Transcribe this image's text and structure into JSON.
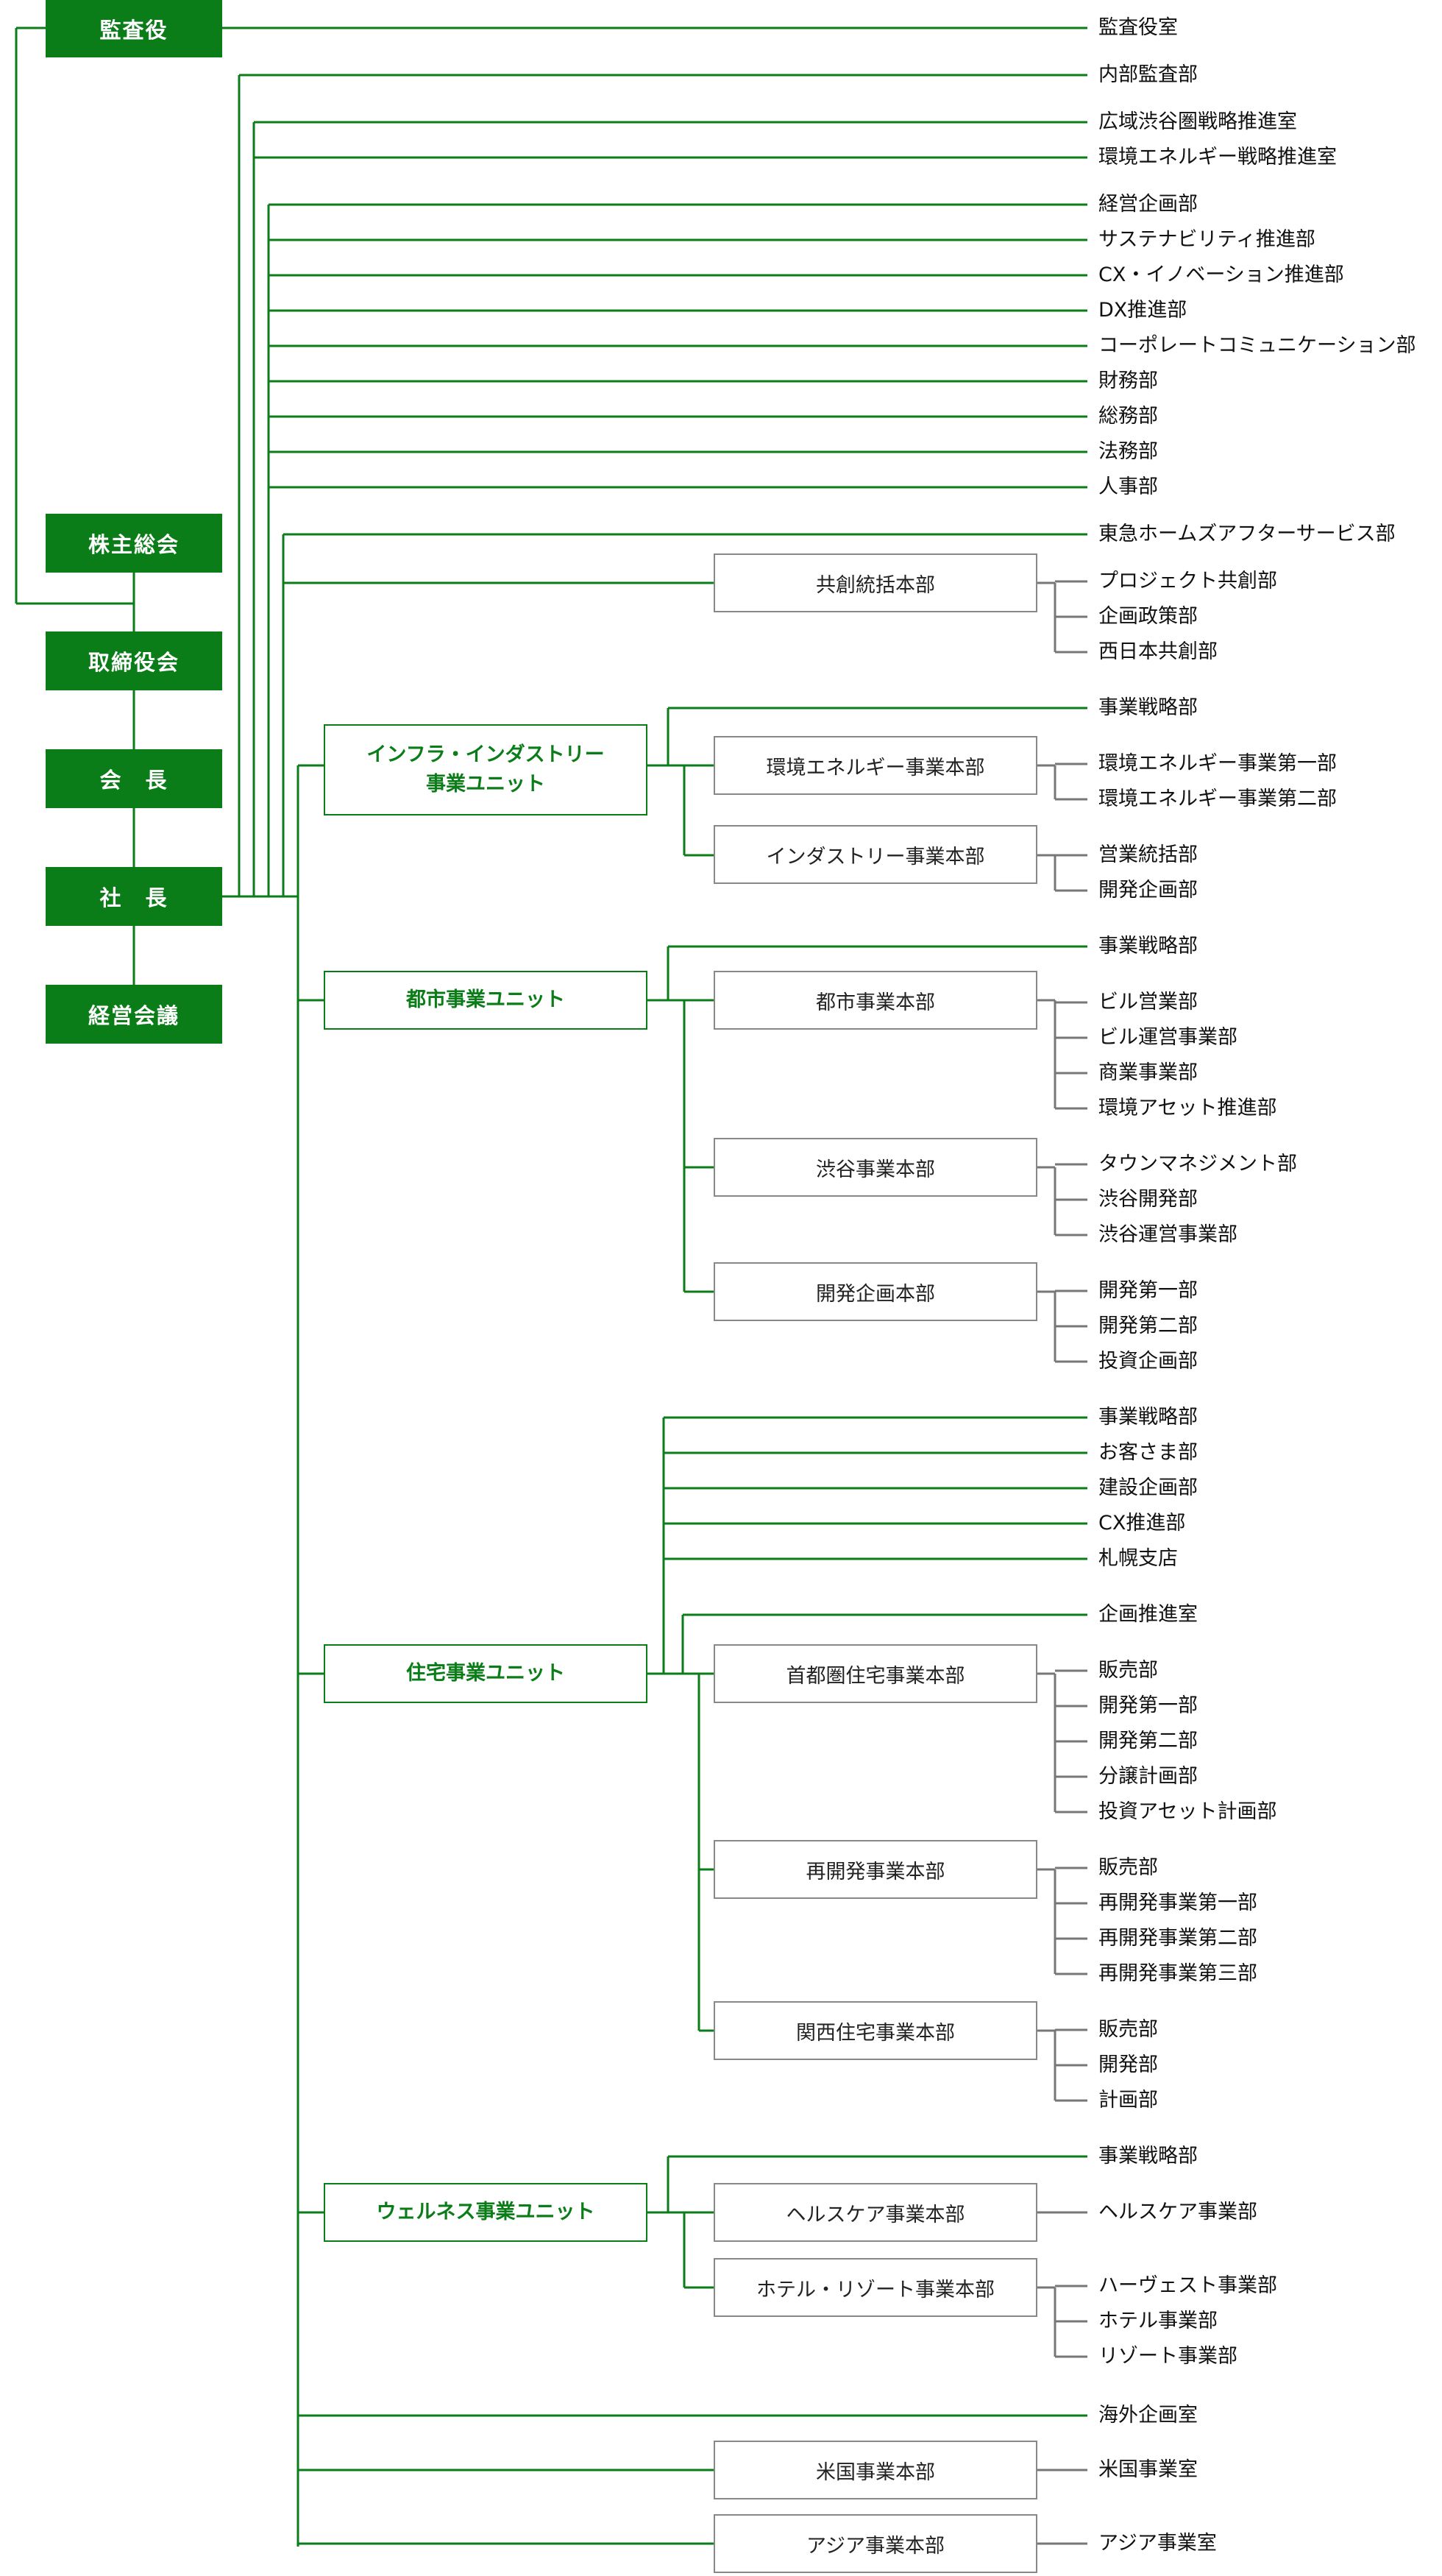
{
  "governance": {
    "auditor": "監査役",
    "shareholders_meeting": "株主総会",
    "board": "取締役会",
    "chairman": "会　長",
    "president": "社　長",
    "management_meeting": "経営会議"
  },
  "direct_departments": {
    "auditor_office": "監査役室",
    "internal_audit": "内部監査部",
    "strategic_1": [
      "広域渋谷圏戦略推進室",
      "環境エネルギー戦略推進室"
    ],
    "corporate": [
      "経営企画部",
      "サステナビリティ推進部",
      "CX・イノベーション推進部",
      "DX推進部",
      "コーポレートコミュニケーション部",
      "財務部",
      "総務部",
      "法務部",
      "人事部"
    ],
    "after_service": "東急ホームズアフターサービス部",
    "kyoso_hq": {
      "name": "共創統括本部",
      "depts": [
        "プロジェクト共創部",
        "企画政策部",
        "西日本共創部"
      ]
    }
  },
  "units": {
    "infra": {
      "name_line1": "インフラ・インダストリー",
      "name_line2": "事業ユニット",
      "strategy": "事業戦略部",
      "hqs": [
        {
          "name": "環境エネルギー事業本部",
          "depts": [
            "環境エネルギー事業第一部",
            "環境エネルギー事業第二部"
          ]
        },
        {
          "name": "インダストリー事業本部",
          "depts": [
            "営業統括部",
            "開発企画部"
          ]
        }
      ]
    },
    "urban": {
      "name": "都市事業ユニット",
      "strategy": "事業戦略部",
      "hqs": [
        {
          "name": "都市事業本部",
          "depts": [
            "ビル営業部",
            "ビル運営事業部",
            "商業事業部",
            "環境アセット推進部"
          ]
        },
        {
          "name": "渋谷事業本部",
          "depts": [
            "タウンマネジメント部",
            "渋谷開発部",
            "渋谷運営事業部"
          ]
        },
        {
          "name": "開発企画本部",
          "depts": [
            "開発第一部",
            "開発第二部",
            "投資企画部"
          ]
        }
      ]
    },
    "housing": {
      "name": "住宅事業ユニット",
      "direct": [
        "事業戦略部",
        "お客さま部",
        "建設企画部",
        "CX推進部",
        "札幌支店"
      ],
      "planning": "企画推進室",
      "hqs": [
        {
          "name": "首都圏住宅事業本部",
          "depts": [
            "販売部",
            "開発第一部",
            "開発第二部",
            "分譲計画部",
            "投資アセット計画部"
          ]
        },
        {
          "name": "再開発事業本部",
          "depts": [
            "販売部",
            "再開発事業第一部",
            "再開発事業第二部",
            "再開発事業第三部"
          ]
        },
        {
          "name": "関西住宅事業本部",
          "depts": [
            "販売部",
            "開発部",
            "計画部"
          ]
        }
      ]
    },
    "wellness": {
      "name": "ウェルネス事業ユニット",
      "strategy": "事業戦略部",
      "hqs": [
        {
          "name": "ヘルスケア事業本部",
          "depts": [
            "ヘルスケア事業部"
          ]
        },
        {
          "name": "ホテル・リゾート事業本部",
          "depts": [
            "ハーヴェスト事業部",
            "ホテル事業部",
            "リゾート事業部"
          ]
        }
      ]
    }
  },
  "overseas": {
    "planning": "海外企画室",
    "us_hq": {
      "name": "米国事業本部",
      "dept": "米国事業室"
    },
    "asia_hq": {
      "name": "アジア事業本部",
      "dept": "アジア事業室"
    }
  },
  "colors": {
    "green": "#0b7d18",
    "gray_line": "#777777",
    "text": "#111111"
  }
}
